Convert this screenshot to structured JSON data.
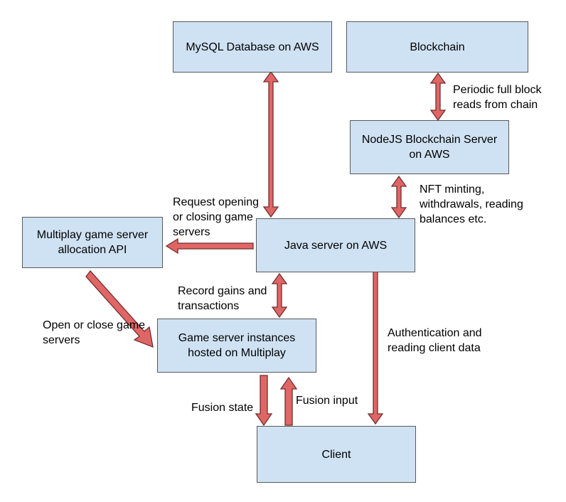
{
  "nodes": {
    "mysql": "MySQL Database on AWS",
    "blockchain": "Blockchain",
    "nodejs": "NodeJS Blockchain Server\non AWS",
    "multiplay_api": "Multiplay game server\nallocation API",
    "java": "Java server on AWS",
    "game_servers": "Game server instances\nhosted on Multiplay",
    "client": "Client"
  },
  "edges": {
    "chain_reads": "Periodic full block\nreads from chain",
    "nft_ops": "NFT minting,\nwithdrawals, reading\nbalances etc.",
    "request_servers": "Request opening\nor closing game\nservers",
    "record_gains": "Record gains and\ntransactions",
    "open_close": "Open or close game\nservers",
    "auth": "Authentication and\nreading client data",
    "fusion_state": "Fusion state",
    "fusion_input": "Fusion input"
  },
  "colors": {
    "box_fill": "#cfe2f3",
    "box_border": "#595959",
    "arrow_fill": "#e06666",
    "arrow_border": "#6f2f2f"
  }
}
